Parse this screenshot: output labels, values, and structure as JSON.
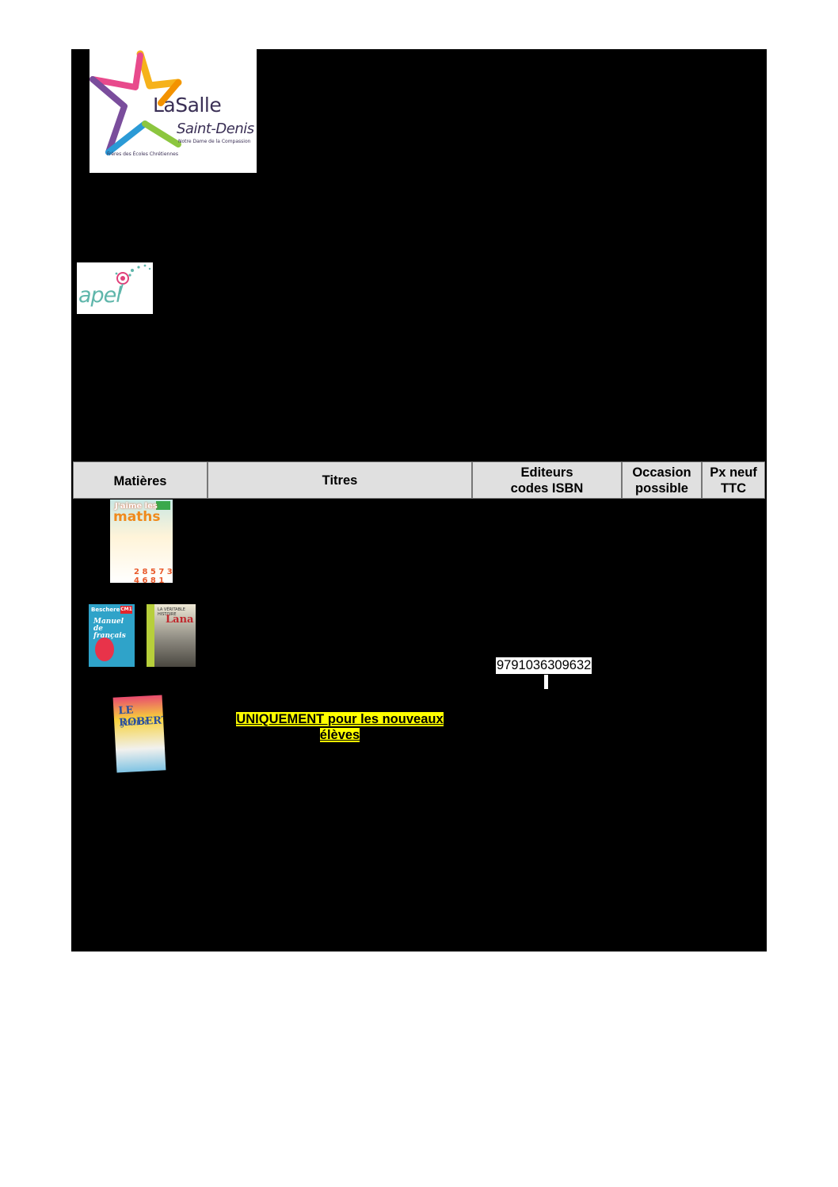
{
  "logo": {
    "name": "LaSalle",
    "place": "Saint-Denis",
    "subtitle": "Notre Dame de la Compassion",
    "order": "Frères des Écoles Chrétiennes"
  },
  "apel_logo": {
    "text": "apel"
  },
  "table": {
    "headers": {
      "matieres": "Matières",
      "titres": "Titres",
      "editeurs_line1": "Editeurs",
      "editeurs_line2": "codes ISBN",
      "occasion_line1": "Occasion",
      "occasion_line2": "possible",
      "prix_line1": "Px neuf",
      "prix_line2": "TTC"
    }
  },
  "books": {
    "maths": {
      "t1": "J'aime les",
      "t2": "maths",
      "nums": "2 8 5 7 3 4 6 8 1"
    },
    "bescherelle": {
      "brand": "Bescherelle",
      "level": "CM1",
      "line1": "Manuel",
      "line2": "de français"
    },
    "lana": {
      "topline": "LA VÉRITABLE HISTOIRE",
      "title": "Lana"
    },
    "robert": {
      "line1": "LE ROBERT",
      "line2": "junior"
    }
  },
  "isbn": "9791036309632",
  "notice": {
    "line1": "UNIQUEMENT pour les nouveaux",
    "line2": "élèves"
  },
  "colors": {
    "panel": "#000000",
    "header_bg": "#e0e0e0",
    "highlight": "#ffff00",
    "apel_teal": "#5fb6ab"
  }
}
